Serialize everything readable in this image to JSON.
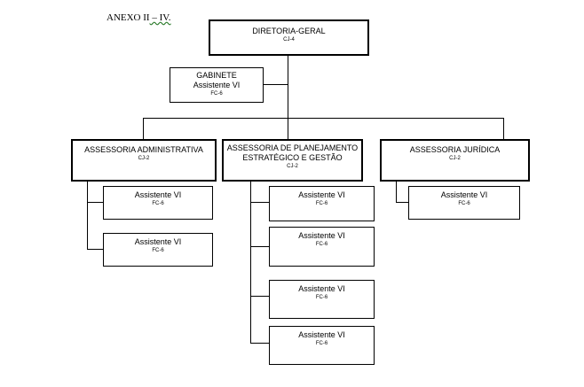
{
  "header": {
    "prefix": "ANEXO II",
    "suffix": " – IV."
  },
  "diretoria": {
    "name": "DIRETORIA-GERAL",
    "code": "CJ-4"
  },
  "gabinete": {
    "name": "GABINETE",
    "role": "Assistente VI",
    "code": "FC-6"
  },
  "adm": {
    "name": "ASSESSORIA ADMINISTRATIVA",
    "code": "CJ-2",
    "assistants": [
      {
        "role": "Assistente VI",
        "code": "FC-6"
      },
      {
        "role": "Assistente VI",
        "code": "FC-6"
      }
    ]
  },
  "plan": {
    "name_line1": "ASSESSORIA DE PLANEJAMENTO",
    "name_line2": "ESTRATÉGICO E GESTÃO",
    "code": "CJ-2",
    "assistants": [
      {
        "role": "Assistente VI",
        "code": "FC-6"
      },
      {
        "role": "Assistente VI",
        "code": "FC-6"
      },
      {
        "role": "Assistente VI",
        "code": "FC-6"
      },
      {
        "role": "Assistente VI",
        "code": "FC-6"
      }
    ]
  },
  "jur": {
    "name": "ASSESSORIA JURÍDICA",
    "code": "CJ-2",
    "assistants": [
      {
        "role": "Assistente VI",
        "code": "FC-6"
      }
    ]
  }
}
